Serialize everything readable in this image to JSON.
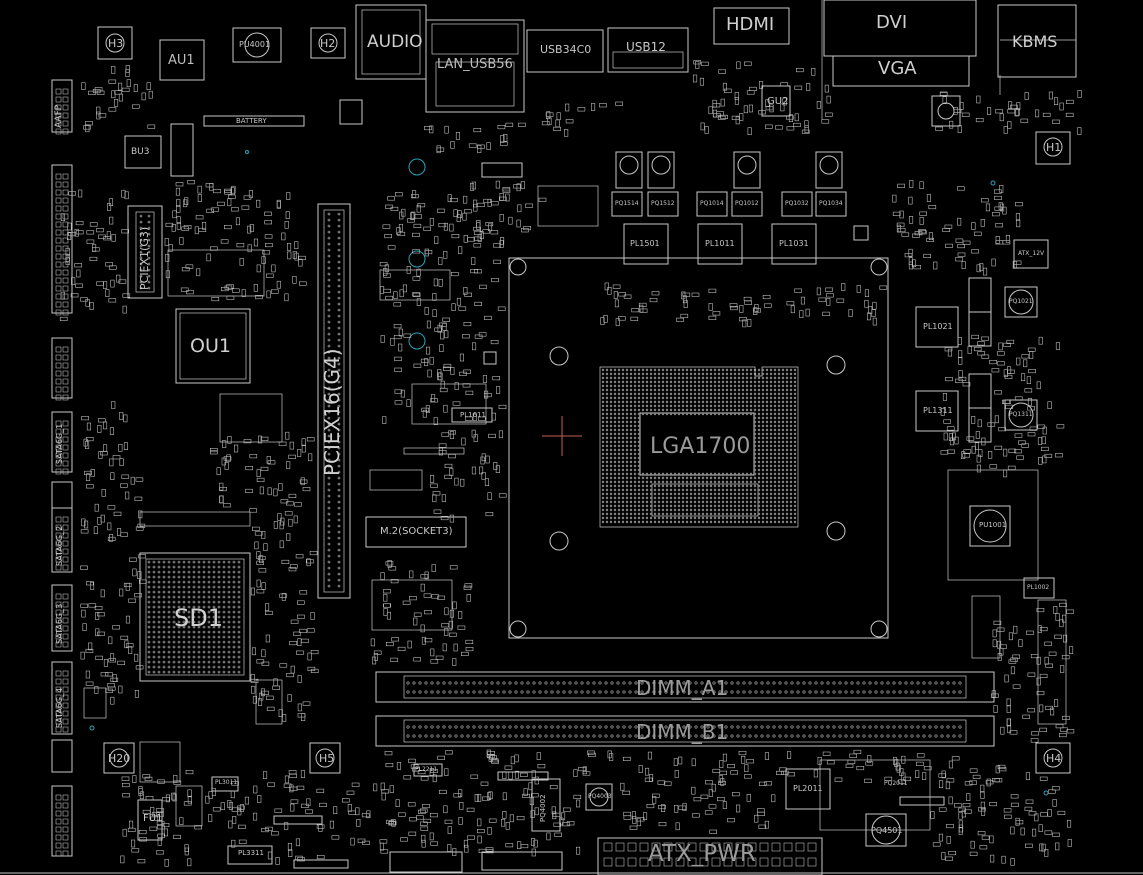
{
  "board": {
    "background": "#000000",
    "outline_color": "#c8c8c8",
    "via_color": "#2aa3b8",
    "cursor_color": "#c0605a"
  },
  "connectors": {
    "audio": "AUDIO",
    "lan_usb": "LAN_USB56",
    "usb_a": "USB34C0",
    "usb_b": "USB12",
    "hdmi": "HDMI",
    "dvi": "DVI",
    "vga": "VGA",
    "kbms": "KBMS",
    "battery": "BATTERY",
    "pcie_x16": "PCIEX16(G4)",
    "pcie_x1": "PCIEX1(G3)",
    "m2": "M.2(SOCKET3)",
    "dimm_a": "DIMM_A1",
    "dimm_b": "DIMM_B1",
    "atx_pwr": "ATX_PWR",
    "atx_12v": "ATX_12V",
    "socket": "LGA1700",
    "sata_1": "SATA6G_1",
    "sata_2": "SATA6G_2",
    "sata_3": "SATA6G_3",
    "sata_4": "SATA6G_4",
    "aafp": "AAFP"
  },
  "chips": {
    "au1": "AU1",
    "ou1": "OU1",
    "bu3": "BU3",
    "gu2": "GU2",
    "sd1": "SD1",
    "fu1": "FU1",
    "pu1001": "PU1001",
    "pu4001": "PU4001"
  },
  "holes": {
    "h2": "H2",
    "h3": "H3",
    "h5": "H5",
    "h1": "H1",
    "h4": "H4",
    "h20": "H20"
  },
  "inductors": {
    "pl1501": "PL1501",
    "pl1011": "PL1011",
    "pl1031": "PL1031",
    "pl1021": "PL1021",
    "pl1311": "PL1311",
    "pl2011": "PL2011",
    "pl1611": "PL1611",
    "pl3011": "PL3011",
    "pl3311": "PL3311",
    "pl2211": "PL2211",
    "pl1002": "PL1002"
  },
  "mosfets": {
    "pq1514": "PQ1514",
    "pq1512": "PQ1512",
    "pq1014": "PQ1014",
    "pq1012": "PQ1012",
    "pq1032": "PQ1032",
    "pq1034": "PQ1034",
    "pq1021": "PQ1021",
    "pq1311": "PQ1311",
    "pq4501": "PQ4501",
    "pq2011": "PQ2011",
    "pq4002": "PQ4002",
    "pq4003": "PQ4003"
  }
}
